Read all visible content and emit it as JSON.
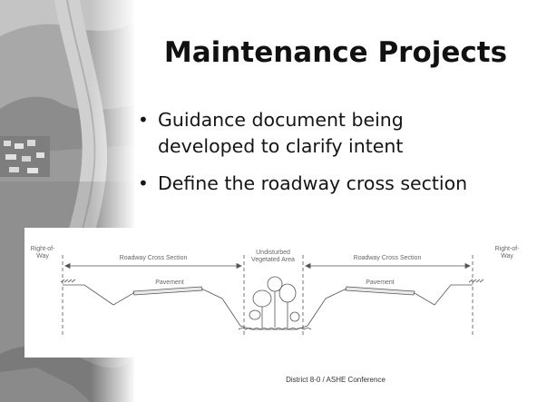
{
  "slide": {
    "title": "Maintenance Projects",
    "bullets": [
      {
        "lines": [
          "Guidance document being",
          "developed to clarify intent"
        ]
      },
      {
        "lines": [
          "Define the roadway cross section"
        ]
      }
    ],
    "bullet_symbol": "•",
    "footer": "District 8-0 / ASHE Conference"
  },
  "diagram": {
    "right_of_way_left": [
      "Right-of-",
      "Way"
    ],
    "right_of_way_right": [
      "Right-of-",
      "Way"
    ],
    "roadway_cross_section_left": "Roadway Cross Section",
    "roadway_cross_section_right": "Roadway Cross Section",
    "undisturbed": [
      "Undisturbed",
      "Vegetated Area"
    ],
    "pavement_left": "Pavement",
    "pavement_right": "Pavement"
  },
  "colors": {
    "background": "#ffffff",
    "title": "#111111",
    "text": "#151515",
    "diagram_line": "#555555"
  }
}
